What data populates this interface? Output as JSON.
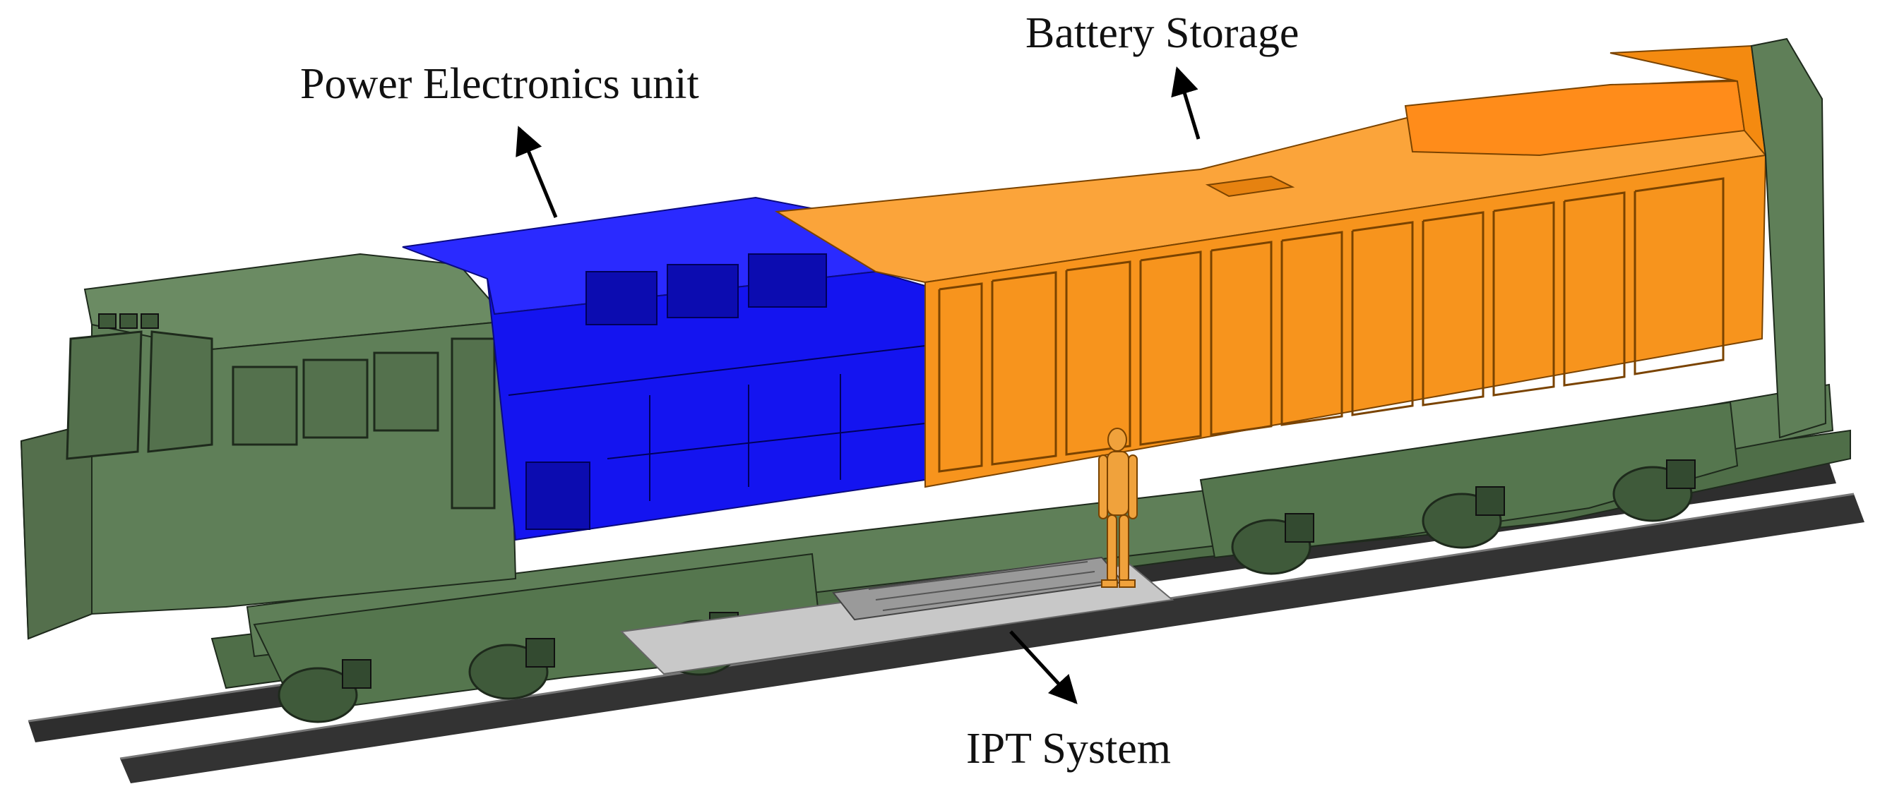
{
  "labels": {
    "power_electronics": "Power Electronics unit",
    "battery_storage": "Battery Storage",
    "ipt_system": "IPT System"
  },
  "colors": {
    "chassis_green": "#5f7f58",
    "chassis_dark": "#3f5a3a",
    "power_electronics_blue": "#1414f0",
    "battery_orange": "#f7941d",
    "figure_orange": "#f0a23c",
    "rail_dark": "#2e2e2e",
    "ipt_gray": "#c8c8c8"
  }
}
